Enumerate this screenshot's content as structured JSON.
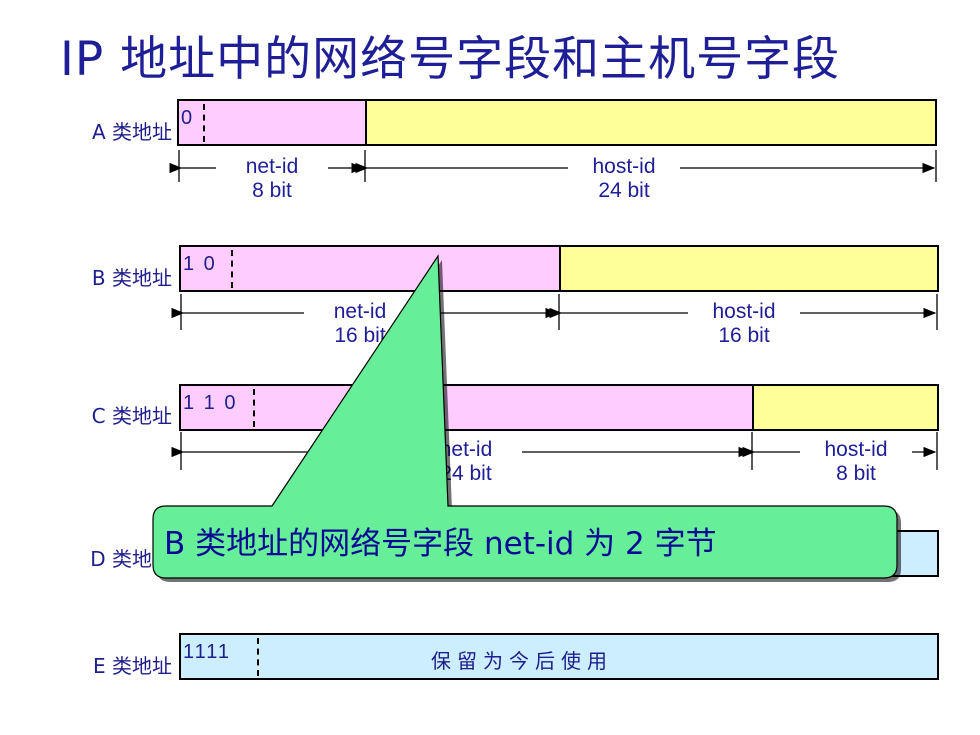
{
  "title": "IP 地址中的网络号字段和主机号字段",
  "rows": {
    "a": {
      "label": "A 类地址",
      "prefix": "0",
      "net": "net-id",
      "net_bits": "8 bit",
      "host": "host-id",
      "host_bits": "24 bit"
    },
    "b": {
      "label": "B 类地址",
      "prefix": "1 0",
      "net": "net-id",
      "net_bits": "16 bit",
      "host": "host-id",
      "host_bits": "16 bit"
    },
    "c": {
      "label": "C 类地址",
      "prefix": "1 1 0",
      "net": "net-id",
      "net_bits": "24 bit",
      "host": "host-id",
      "host_bits": "8 bit"
    },
    "d": {
      "label": "D 类地址"
    },
    "e": {
      "label": "E 类地址",
      "prefix": "1111",
      "reserved": "保留为今后使用"
    }
  },
  "callout": {
    "text": "B 类地址的网络号字段 net-id 为 2 字节"
  },
  "colors": {
    "title": "#1e1e96",
    "net_field": "#ffccff",
    "host_field": "#ffff99",
    "other_field": "#cceeff",
    "callout_fill": "#66ee99"
  }
}
